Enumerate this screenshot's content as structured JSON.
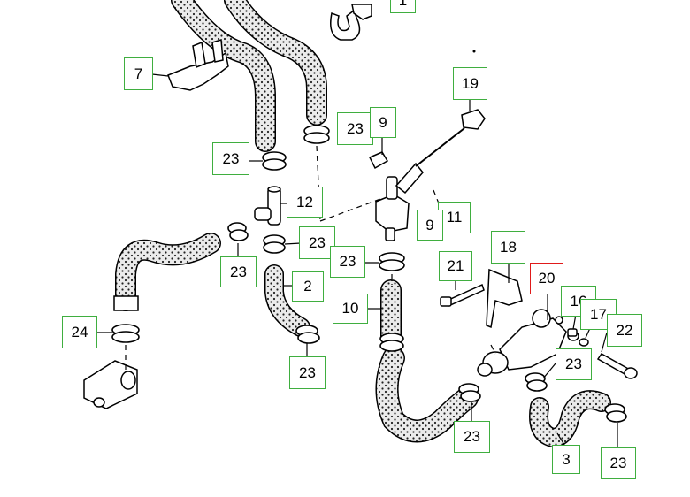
{
  "diagram": {
    "colors": {
      "callout_border": "#3fae3f",
      "selected_border": "#e01a1a",
      "line": "#000000",
      "hose_fill": "#ebebeb"
    },
    "callouts": [
      {
        "id": "c1",
        "label": "1"
      },
      {
        "id": "c7",
        "label": "7"
      },
      {
        "id": "c19",
        "label": "19"
      },
      {
        "id": "c23a",
        "label": "23"
      },
      {
        "id": "c9a",
        "label": "9"
      },
      {
        "id": "c23b",
        "label": "23"
      },
      {
        "id": "c12",
        "label": "12"
      },
      {
        "id": "c11",
        "label": "11"
      },
      {
        "id": "c9b",
        "label": "9"
      },
      {
        "id": "c23c",
        "label": "23"
      },
      {
        "id": "c18",
        "label": "18"
      },
      {
        "id": "c23d",
        "label": "23"
      },
      {
        "id": "c23e",
        "label": "23"
      },
      {
        "id": "c21",
        "label": "21"
      },
      {
        "id": "c2",
        "label": "2"
      },
      {
        "id": "c20",
        "label": "20",
        "selected": true
      },
      {
        "id": "c16",
        "label": "16"
      },
      {
        "id": "c10",
        "label": "10"
      },
      {
        "id": "c17",
        "label": "17"
      },
      {
        "id": "c24",
        "label": "24"
      },
      {
        "id": "c22",
        "label": "22"
      },
      {
        "id": "c23f",
        "label": "23"
      },
      {
        "id": "c23g",
        "label": "23"
      },
      {
        "id": "c23h",
        "label": "23"
      },
      {
        "id": "c3",
        "label": "3"
      },
      {
        "id": "c23i",
        "label": "23"
      }
    ]
  }
}
